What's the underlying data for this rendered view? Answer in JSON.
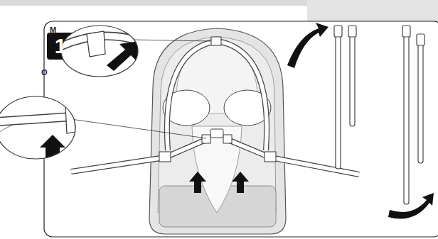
{
  "diagram": {
    "labels": [
      "M",
      "O",
      "1"
    ]
  }
}
